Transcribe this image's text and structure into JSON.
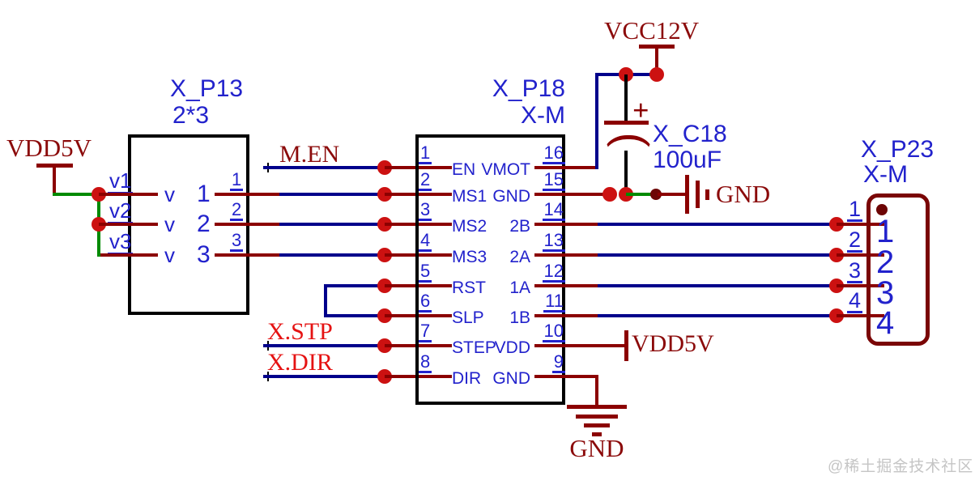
{
  "labels": {
    "vdd5v_left": "VDD5V",
    "vcc12v": "VCC12V",
    "vdd5v_right": "VDD5V",
    "gnd_right": "GND",
    "gnd_bottom": "GND"
  },
  "nets": {
    "m_en": "M.EN",
    "x_stp": "X.STP",
    "x_dir": "X.DIR",
    "v1": "v1",
    "v2": "v2",
    "v3": "v3"
  },
  "p13": {
    "ref": "X_P13",
    "value": "2*3",
    "rows": [
      {
        "name": "v",
        "inner": "1",
        "pin": "1"
      },
      {
        "name": "v",
        "inner": "2",
        "pin": "2"
      },
      {
        "name": "v",
        "inner": "3",
        "pin": "3"
      }
    ]
  },
  "p18": {
    "ref": "X_P18",
    "value": "X-M",
    "left": [
      {
        "num": "1",
        "name": "EN"
      },
      {
        "num": "2",
        "name": "MS1"
      },
      {
        "num": "3",
        "name": "MS2"
      },
      {
        "num": "4",
        "name": "MS3"
      },
      {
        "num": "5",
        "name": "RST"
      },
      {
        "num": "6",
        "name": "SLP"
      },
      {
        "num": "7",
        "name": "STEP"
      },
      {
        "num": "8",
        "name": "DIR"
      }
    ],
    "right": [
      {
        "num": "16",
        "name": "VMOT"
      },
      {
        "num": "15",
        "name": "GND"
      },
      {
        "num": "14",
        "name": "2B"
      },
      {
        "num": "13",
        "name": "2A"
      },
      {
        "num": "12",
        "name": "1A"
      },
      {
        "num": "11",
        "name": "1B"
      },
      {
        "num": "10",
        "name": "VDD"
      },
      {
        "num": "9",
        "name": "GND"
      }
    ]
  },
  "c18": {
    "ref": "X_C18",
    "value": "100uF",
    "polarity": "+"
  },
  "p23": {
    "ref": "X_P23",
    "value": "X-M",
    "pins": [
      {
        "num": "1",
        "inner": "1"
      },
      {
        "num": "2",
        "inner": "2"
      },
      {
        "num": "3",
        "inner": "3"
      },
      {
        "num": "4",
        "inner": "4"
      }
    ]
  },
  "watermark": "@稀土掘金技术社区",
  "colors": {
    "wire_blue": "#00008b",
    "text_blue": "#2222cc",
    "maroon": "#8b0000",
    "bright_red": "#e51212",
    "junction_red": "#cc1111",
    "green": "#008a00"
  }
}
